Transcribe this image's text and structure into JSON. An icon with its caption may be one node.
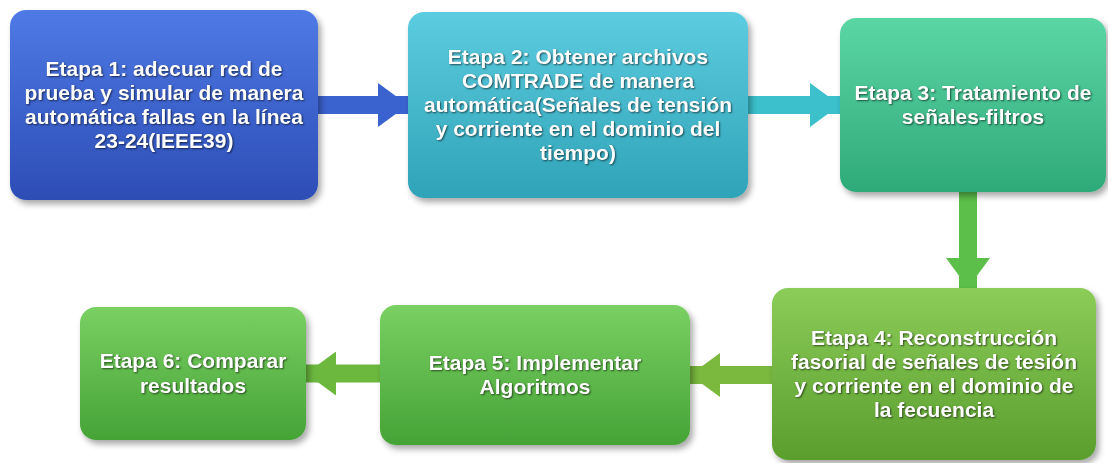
{
  "diagram": {
    "nodes": [
      {
        "text": [
          "Etapa 1: adecuar red de prueba y simular de manera automática fallas en la línea 23-24(IEEE39)"
        ]
      },
      {
        "text": [
          "Etapa 2: Obtener archivos COMTRADE de manera automática(Señales de tensión y corriente en el dominio del tiempo)"
        ]
      },
      {
        "text": [
          "Etapa 3: Tratamiento de señales-filtros"
        ]
      },
      {
        "text": [
          "Etapa 4: Reconstrucción fasorial de señales de tesión y corriente en el dominio de la fecuencia"
        ]
      },
      {
        "text": [
          "Etapa 5: Implementar Algoritmos"
        ]
      },
      {
        "text": [
          "Etapa 6: Comparar resultados"
        ]
      }
    ],
    "edges": [
      {
        "from": 0,
        "to": 1,
        "arrow": "to",
        "color": "#3b63d0"
      },
      {
        "from": 1,
        "to": 2,
        "arrow": "to",
        "color": "#3cc0cc"
      },
      {
        "from": 2,
        "to": 3,
        "arrow": "to",
        "color": "#5cbf4a"
      },
      {
        "from": 3,
        "to": 4,
        "arrow": "to",
        "color": "#7ab83e"
      },
      {
        "from": 4,
        "to": 5,
        "arrow": "to",
        "color": "#6cb83e"
      }
    ]
  }
}
